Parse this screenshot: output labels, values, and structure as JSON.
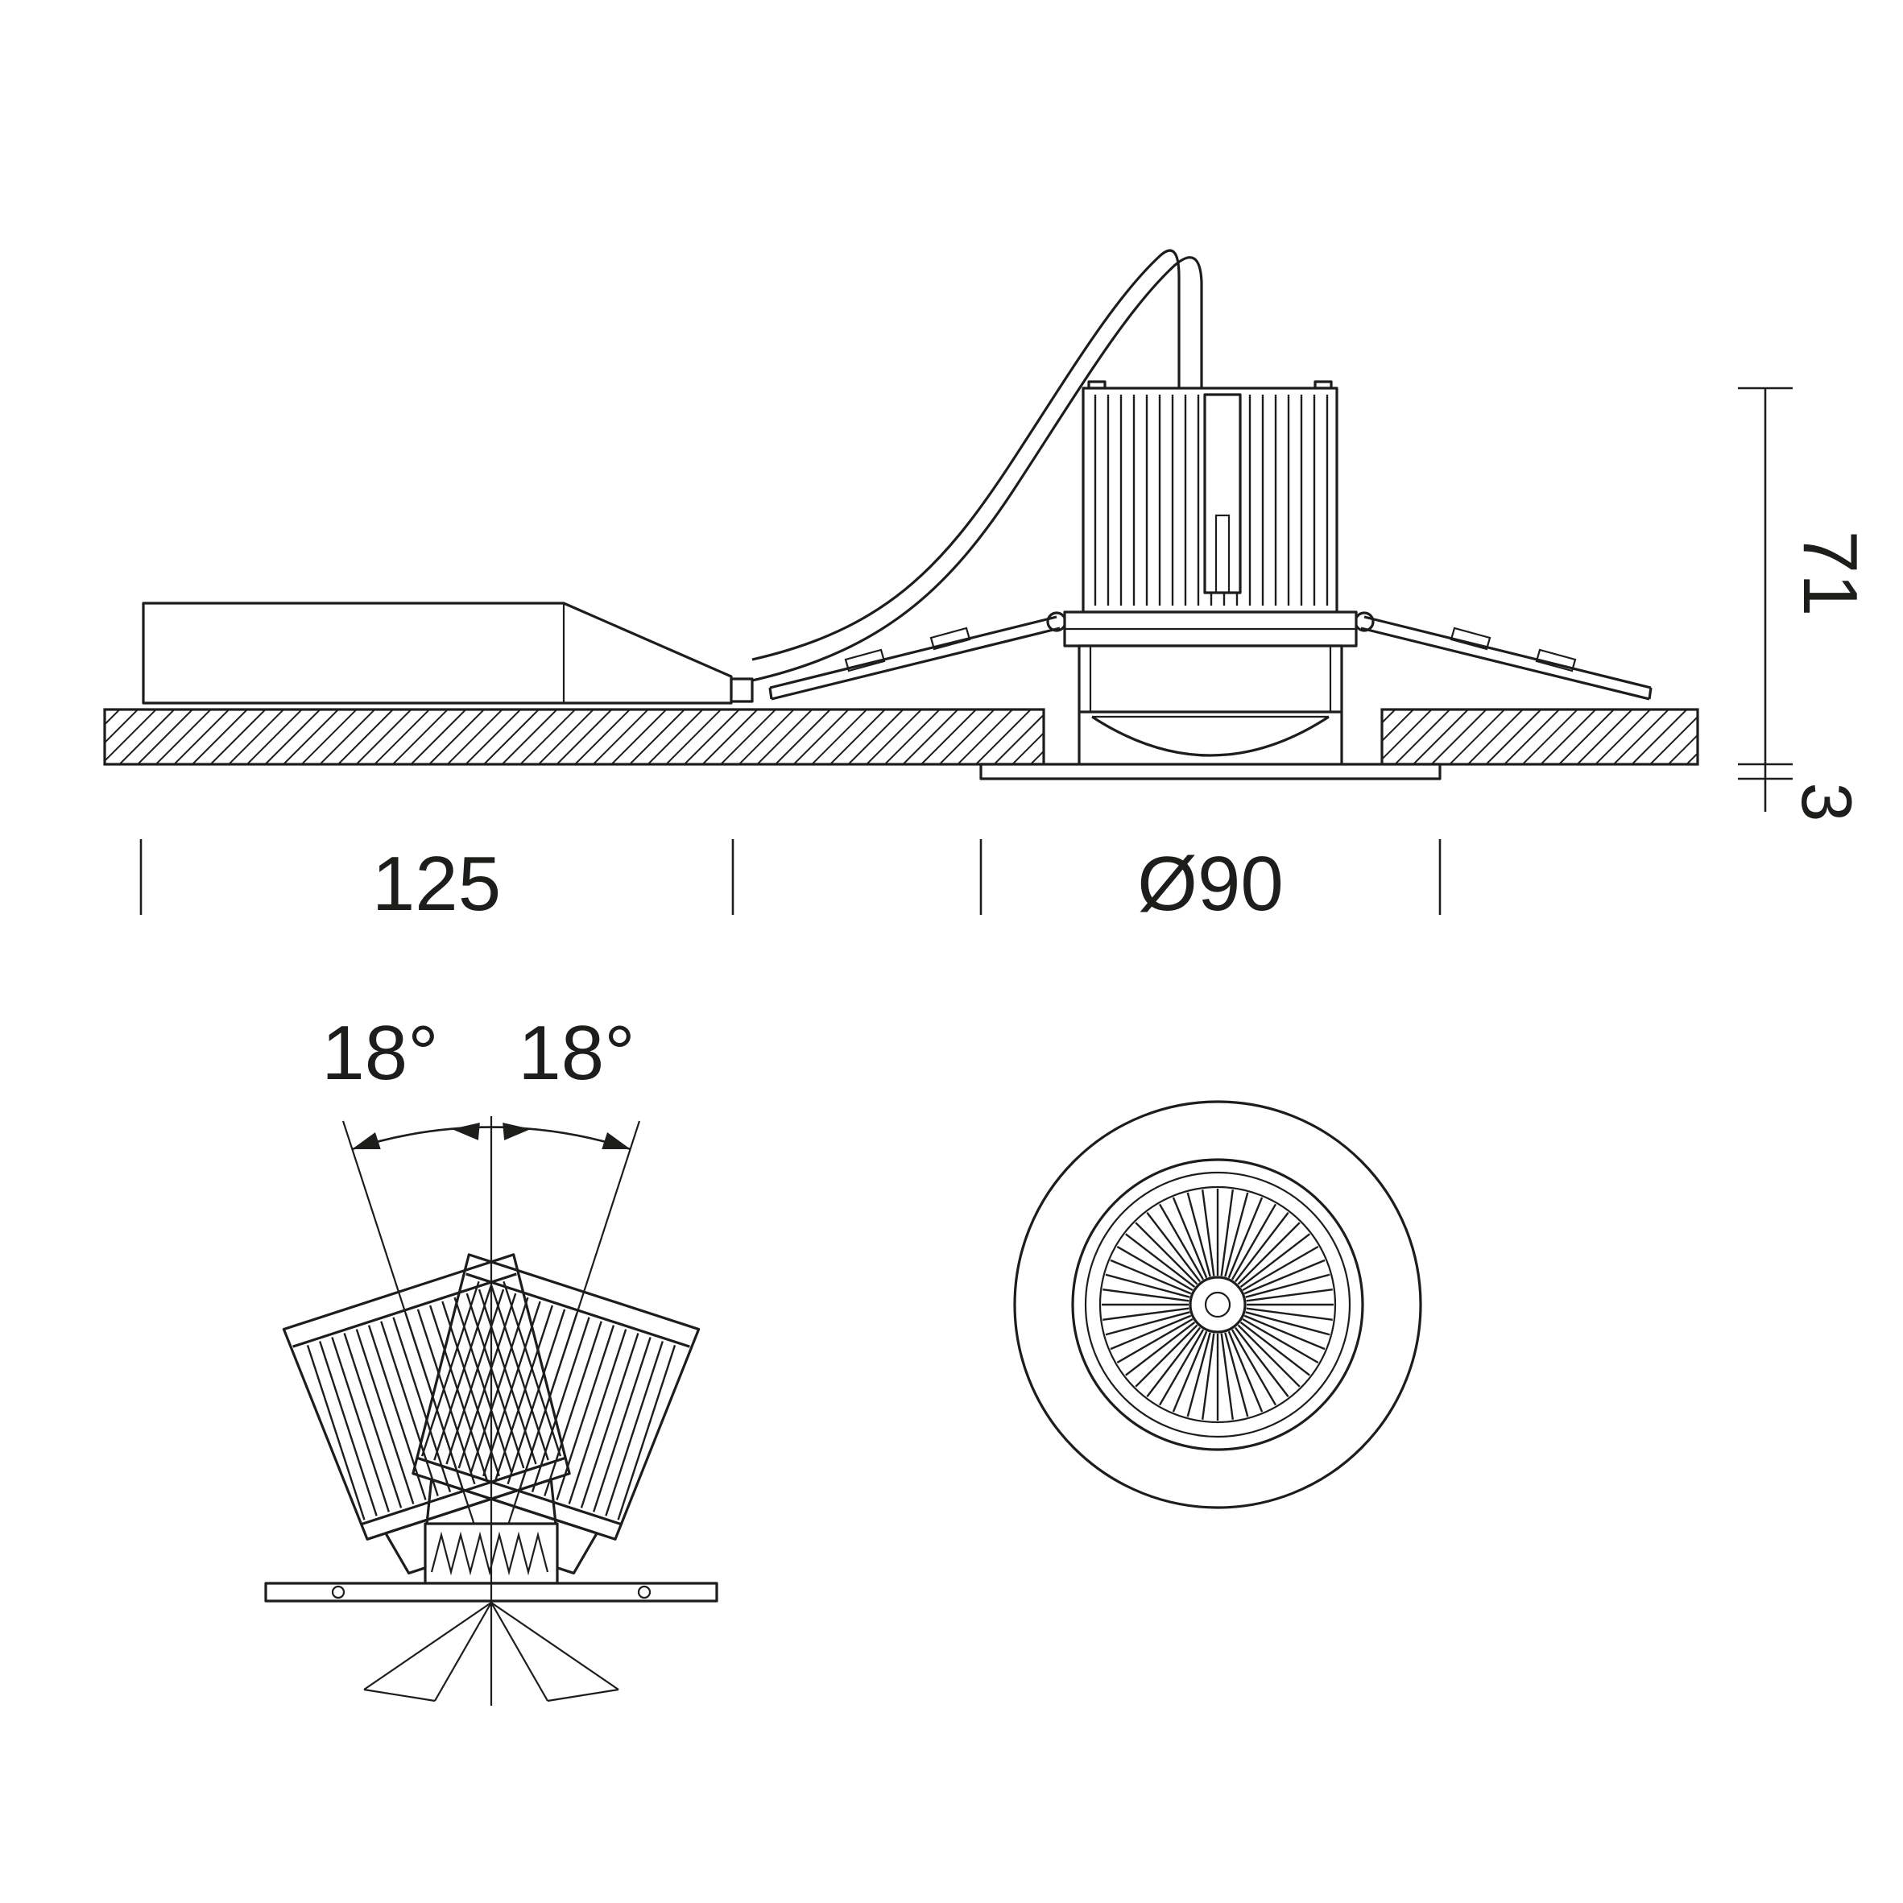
{
  "dimensions": {
    "driver_length": "125",
    "cutout_diameter": "Ø90",
    "recessed_depth": "71",
    "trim_height": "3",
    "tilt_angle_left": "18°",
    "tilt_angle_right": "18°"
  },
  "colors": {
    "line": "#1d1d1b",
    "background": "#ffffff"
  }
}
